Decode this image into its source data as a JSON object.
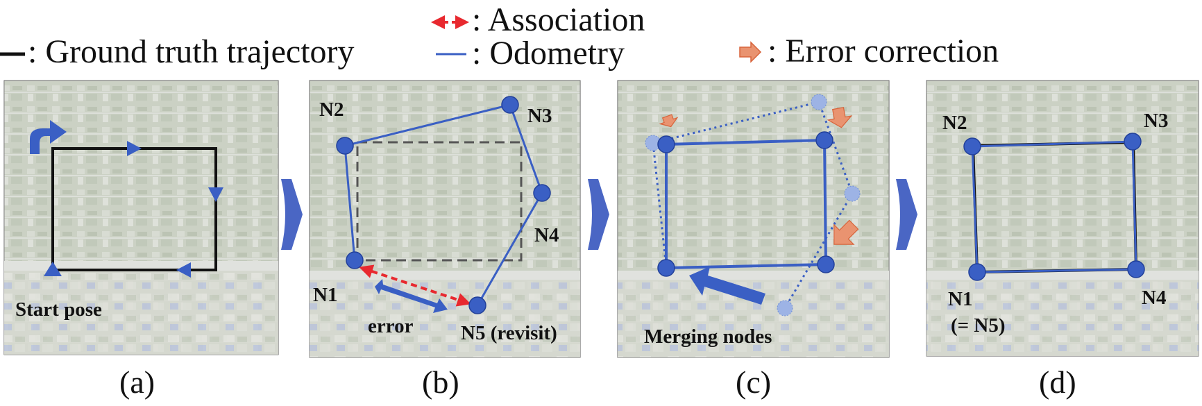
{
  "legend": {
    "ground_truth": ": Ground truth trajectory",
    "association": ": Association",
    "odometry": ": Odometry",
    "error_correction": ": Error correction"
  },
  "panels": [
    {
      "caption": "(a)",
      "labels": {
        "start": "Start pose"
      }
    },
    {
      "caption": "(b)",
      "labels": {
        "n1": "N1",
        "n2": "N2",
        "n3": "N3",
        "n4": "N4",
        "n5": "N5 (revisit)",
        "error": "error"
      }
    },
    {
      "caption": "(c)",
      "labels": {
        "merge": "Merging nodes"
      }
    },
    {
      "caption": "(d)",
      "labels": {
        "n1": "N1",
        "n1_eq": "(= N5)",
        "n2": "N2",
        "n3": "N3",
        "n4": "N4"
      }
    }
  ],
  "colors": {
    "ground_truth": "#111111",
    "odometry": "#3a5fc4",
    "association": "#e8292f",
    "error_correction": "#e99370",
    "error_correction_stroke": "#d8643b",
    "node_fill": "#3a5fc4",
    "faded_node": "#9db3e5",
    "transition_arrow": "#4a66c4"
  },
  "icons": [
    "blue-curved-arrow-icon",
    "blue-chevron-arrow-icon",
    "orange-arrow-icon"
  ]
}
